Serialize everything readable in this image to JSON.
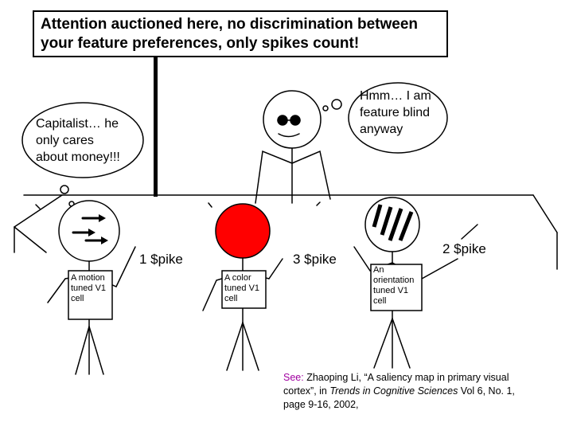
{
  "banner": {
    "line1": "Attention auctioned here, no discrimination between",
    "line2": "your feature preferences, only spikes count!"
  },
  "thoughts": {
    "left": [
      "Capitalist… he",
      "only cares",
      "about money!!!"
    ],
    "right": [
      "Hmm… I am",
      "feature blind",
      "anyway"
    ]
  },
  "bids": {
    "motion": "1 $pike",
    "color": "3 $pike",
    "orientation": "2 $pike"
  },
  "cells": {
    "motion": [
      "A motion",
      "tuned V1",
      "cell"
    ],
    "color": [
      "A color",
      "tuned V1",
      "cell"
    ],
    "orientation": [
      "An",
      "orientation",
      "tuned V1",
      "cell"
    ]
  },
  "citation": {
    "see_label": "See:",
    "line1_rest": " Zhaoping Li, “A saliency map in primary visual",
    "line2_pre": "cortex”, in ",
    "journal": "Trends in Cognitive Sciences",
    "line2_post": "  Vol 6, No. 1,",
    "line3": "page 9-16, 2002,"
  },
  "colors": {
    "red_ball": "#ff0000",
    "see_label": "#a000a0",
    "ink": "#000000"
  }
}
